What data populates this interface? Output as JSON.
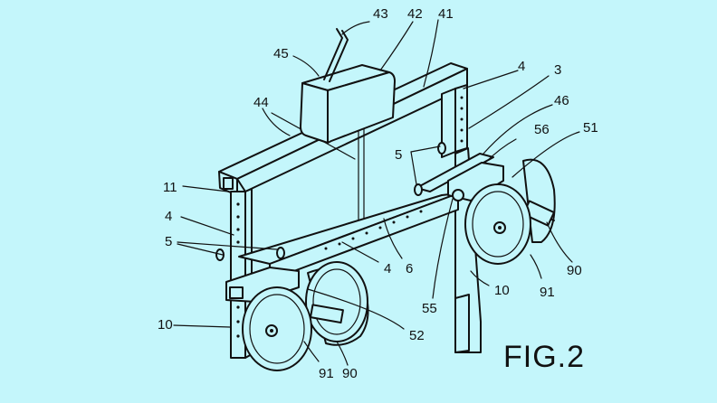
{
  "background_color": "#c4f6fb",
  "ink_color": "#111111",
  "figure_label": "FIG.2",
  "labels": {
    "n43": "43",
    "n42": "42",
    "n41": "41",
    "n45": "45",
    "n4_top": "4",
    "n3": "3",
    "n46": "46",
    "n44": "44",
    "n5_mid": "5",
    "n56": "56",
    "n51": "51",
    "n11": "11",
    "n4_left": "4",
    "n5_left": "5",
    "n4_bottom": "4",
    "n6": "6",
    "n55": "55",
    "n10_right": "10",
    "n91_right": "91",
    "n90_right": "90",
    "n52": "52",
    "n10_left": "10",
    "n91_left": "91",
    "n90_left": "90"
  }
}
